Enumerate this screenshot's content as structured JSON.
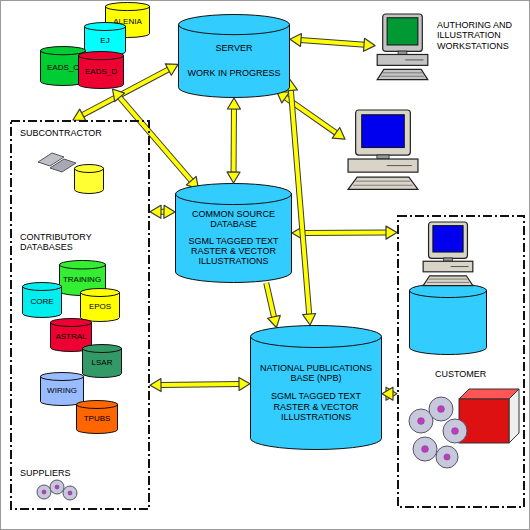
{
  "diagram": {
    "nodes": [
      {
        "text": [
          "ALENIA"
        ]
      },
      {
        "text": [
          "EJ"
        ]
      },
      {
        "text": [
          "EADS_C"
        ]
      },
      {
        "text": [
          "EADS_D"
        ]
      },
      {
        "text": [
          "SERVER",
          "WORK IN PROGRESS"
        ]
      },
      {
        "text": [
          "AUTHORING AND ILLUSTRATION WORKSTATIONS"
        ]
      },
      {
        "text": [
          "SUBCONTRACTOR",
          "CONTRIBUTORY DATABASES",
          "SUPPLIERS"
        ]
      },
      {
        "text": [
          "COMMON SOURCE DATABASE",
          "SGML TAGGED TEXT RASTER & VECTOR ILLUSTRATIONS"
        ]
      },
      {
        "text": []
      },
      {
        "text": [
          "TRAINING"
        ],
        "in": 6
      },
      {
        "text": [
          "CORE"
        ],
        "in": 6
      },
      {
        "text": [
          "EPOS"
        ],
        "in": 6
      },
      {
        "text": [
          "ASTRAL"
        ],
        "in": 6
      },
      {
        "text": [
          "LSAR"
        ],
        "in": 6
      },
      {
        "text": [
          "WIRING"
        ],
        "in": 6
      },
      {
        "text": [
          "TPUBS"
        ],
        "in": 6
      },
      {
        "text": [
          "NATIONAL PUBLICATIONS BASE (NPB)",
          "SGML TAGGED TEXT RASTER & VECTOR ILLUSTRATIONS"
        ]
      },
      {
        "text": [
          "CUSTOMER"
        ]
      }
    ],
    "edges": [
      {
        "from": 4,
        "to": 5,
        "arrow": "both"
      },
      {
        "from": 4,
        "to": 8,
        "arrow": "both"
      },
      {
        "from": 6,
        "to": 4,
        "arrow": "both"
      },
      {
        "from": 3,
        "to": 7,
        "arrow": "both"
      },
      {
        "from": 4,
        "to": 7,
        "arrow": "both"
      },
      {
        "from": 6,
        "to": 7,
        "arrow": "both"
      },
      {
        "from": 7,
        "to": 17,
        "arrow": "both"
      },
      {
        "from": 7,
        "to": 16,
        "arrow": "to"
      },
      {
        "from": 4,
        "to": 16,
        "arrow": "both"
      },
      {
        "from": 6,
        "to": 16,
        "arrow": "both"
      },
      {
        "from": 16,
        "to": 17,
        "arrow": "both"
      }
    ]
  }
}
